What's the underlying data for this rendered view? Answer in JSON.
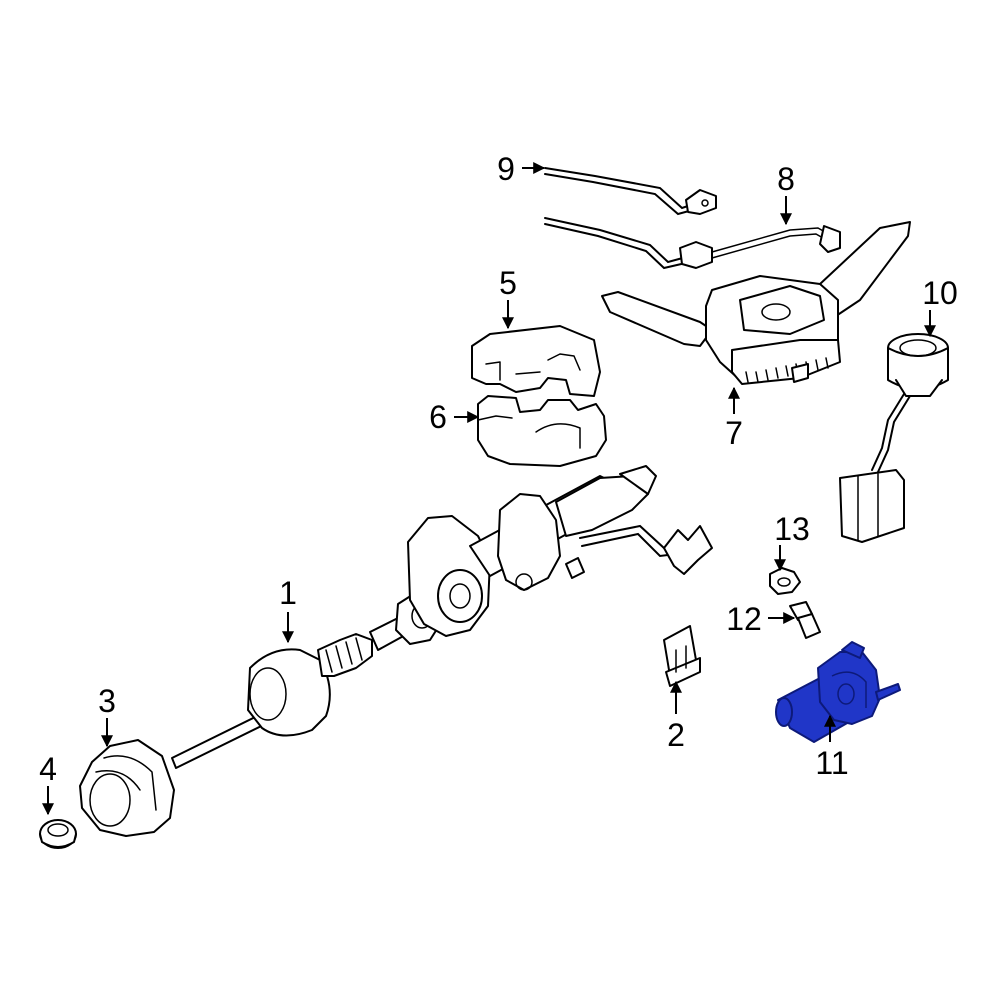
{
  "diagram": {
    "highlight_color": "#2036c8",
    "line_color": "#000000",
    "background": "#ffffff",
    "callouts": [
      {
        "id": "c1",
        "label": "1"
      },
      {
        "id": "c2",
        "label": "2"
      },
      {
        "id": "c3",
        "label": "3"
      },
      {
        "id": "c4",
        "label": "4"
      },
      {
        "id": "c5",
        "label": "5"
      },
      {
        "id": "c6",
        "label": "6"
      },
      {
        "id": "c7",
        "label": "7"
      },
      {
        "id": "c8",
        "label": "8"
      },
      {
        "id": "c9",
        "label": "9"
      },
      {
        "id": "c10",
        "label": "10"
      },
      {
        "id": "c11",
        "label": "11"
      },
      {
        "id": "c12",
        "label": "12"
      },
      {
        "id": "c13",
        "label": "13"
      }
    ]
  }
}
